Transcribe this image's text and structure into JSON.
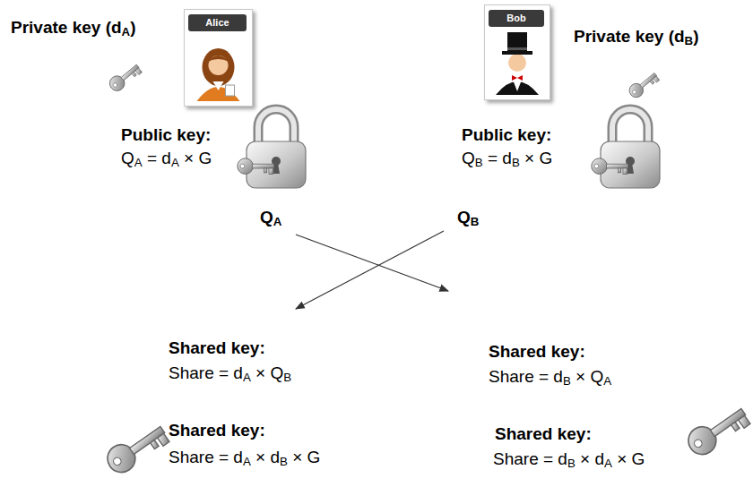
{
  "diagram": {
    "nodes": [
      {
        "text": [
          "Alice"
        ]
      },
      {
        "text": [
          "Bob"
        ]
      }
    ],
    "labels": [
      "Private key (dA)",
      "Private key (dB)",
      "Public key:",
      "QA = dA × G",
      "Public key:",
      "QB = dB × G",
      "QA",
      "QB",
      "Shared key:",
      "Share = dA × QB",
      "Shared key:",
      "Share = dB × QA",
      "Shared key:",
      "Share = dA × dB × G",
      "Shared key:",
      "Share = dB × dA × G"
    ]
  }
}
